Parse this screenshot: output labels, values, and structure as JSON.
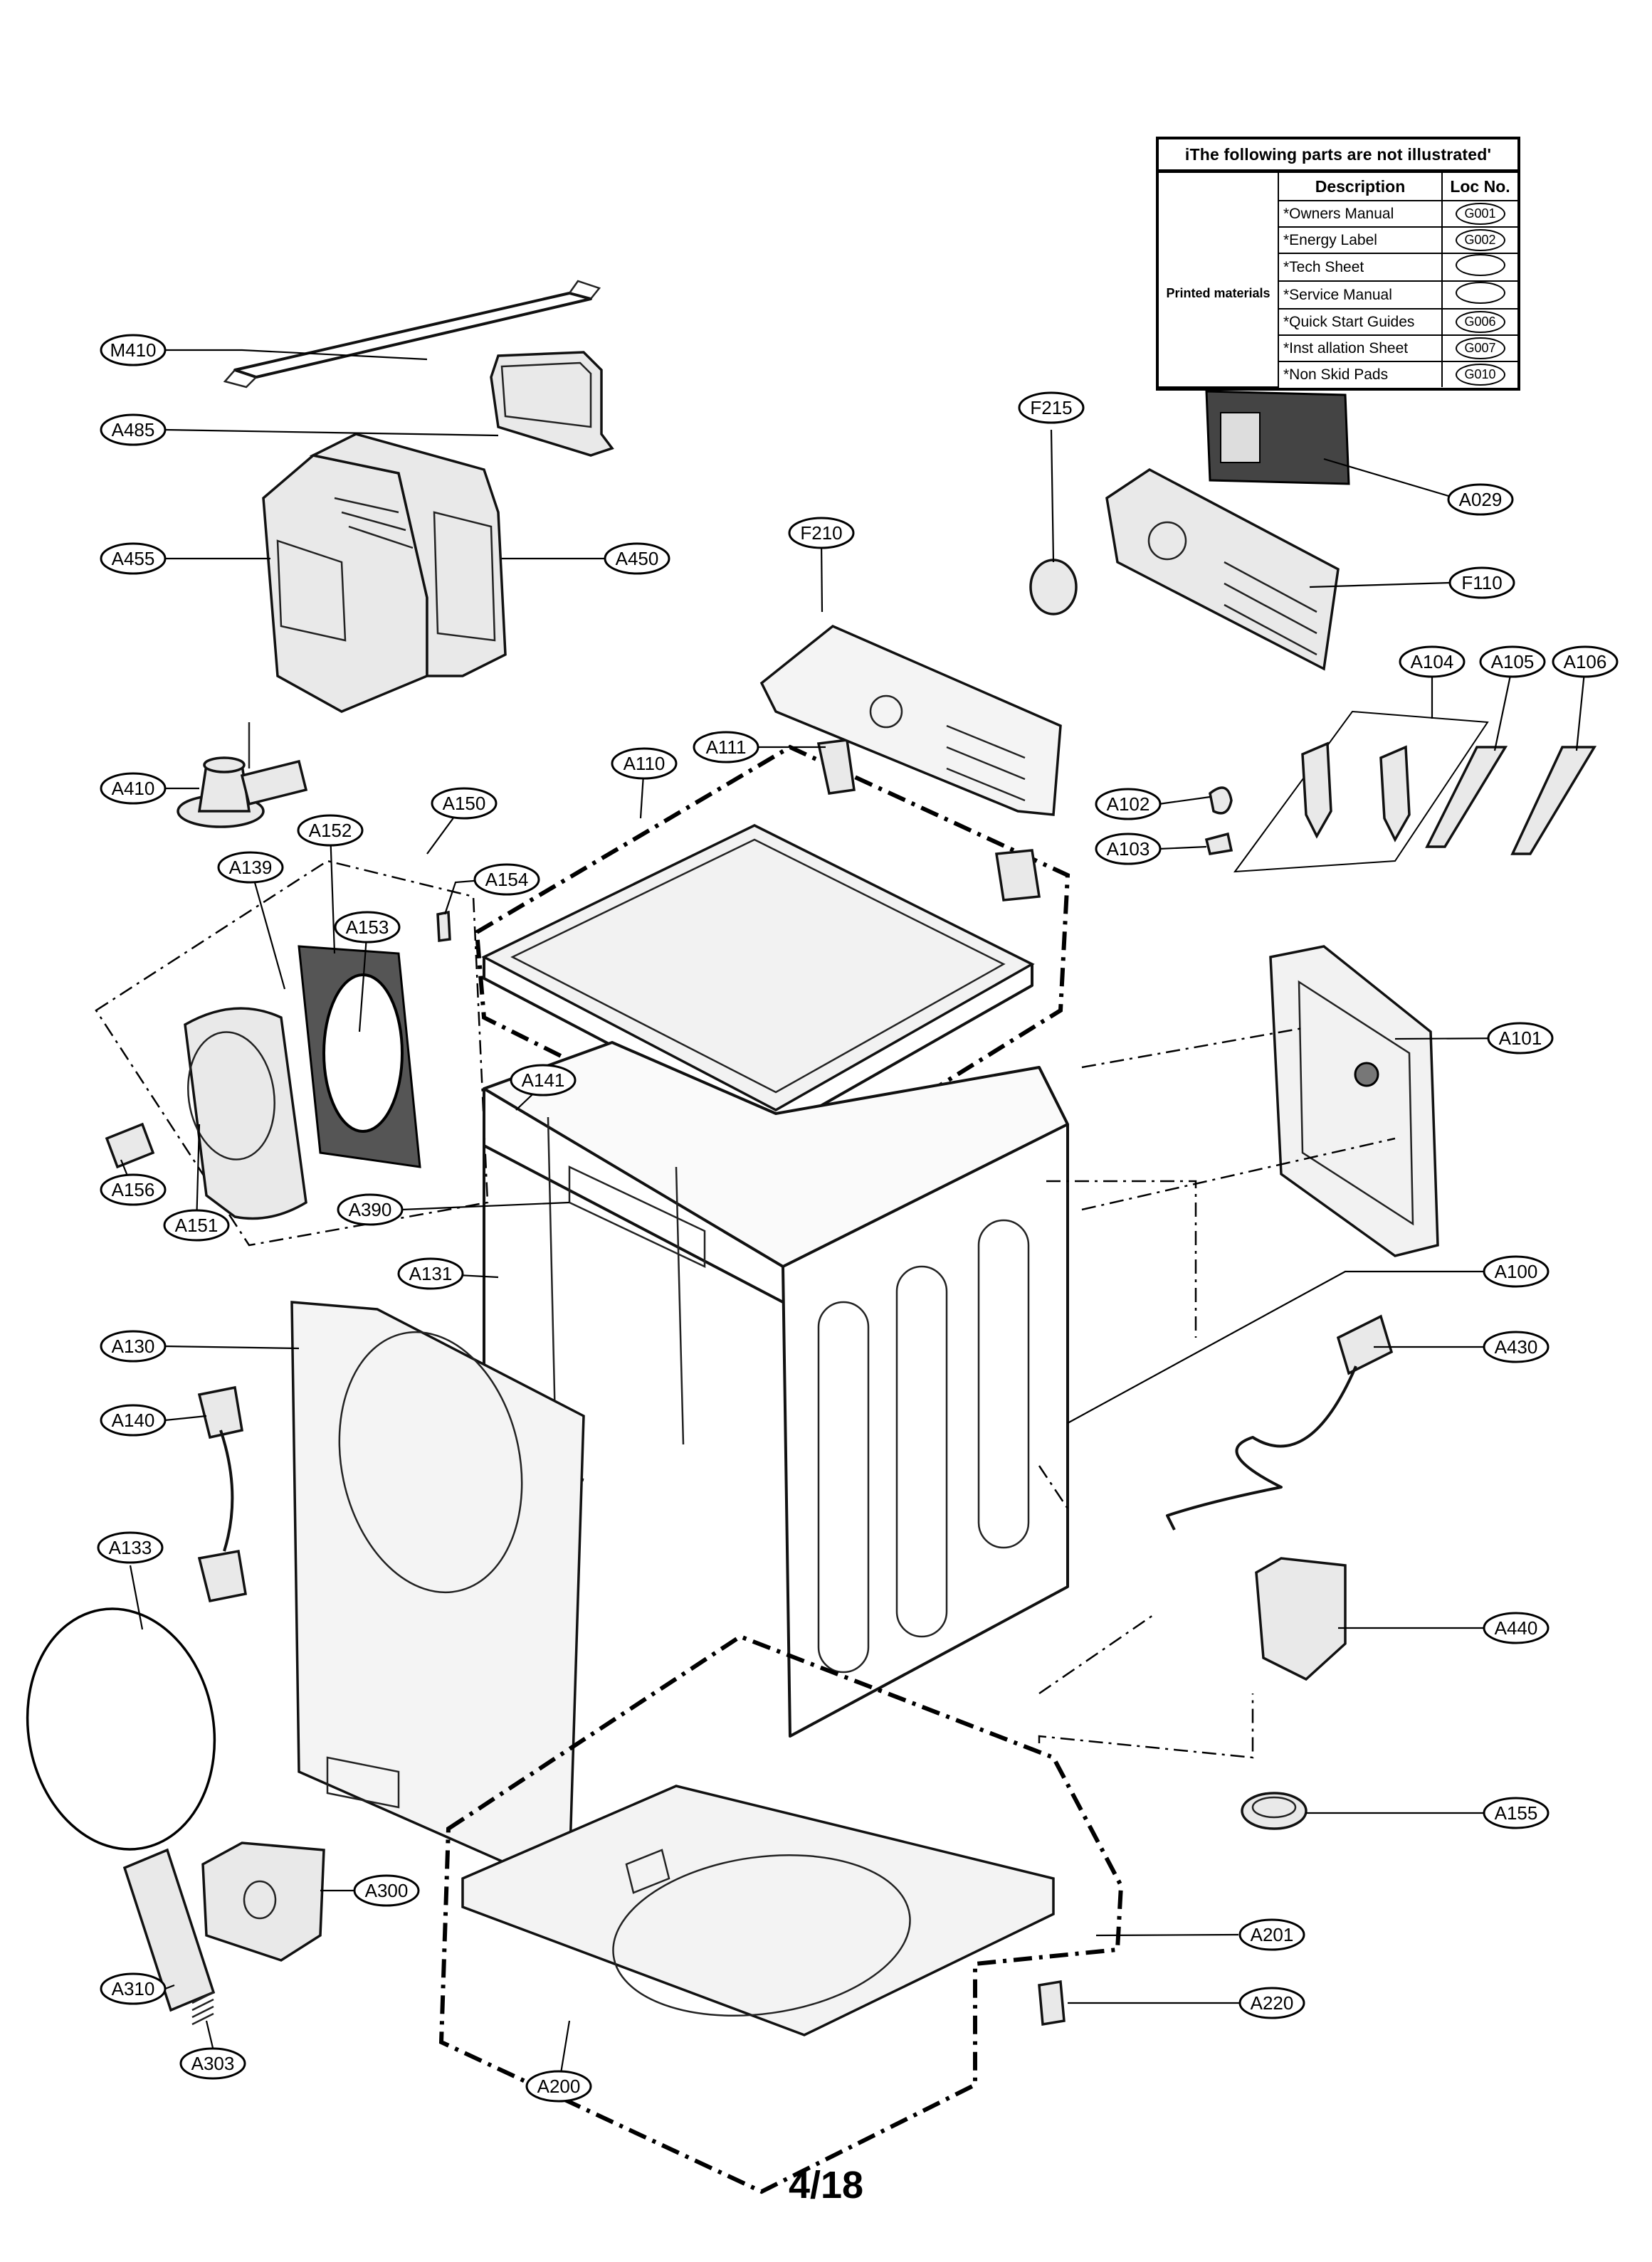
{
  "not_illustrated": {
    "caption": "iThe following parts are not illustrated'",
    "headers": {
      "description": "Description",
      "loc": "Loc No."
    },
    "group": "Printed materials",
    "rows": [
      {
        "description": "*Owners  Manual",
        "loc": "G001"
      },
      {
        "description": "*Energy Label",
        "loc": "G002"
      },
      {
        "description": "*Tech Sheet",
        "loc": ""
      },
      {
        "description": "*Service Manual",
        "loc": ""
      },
      {
        "description": "*Quick Start Guides",
        "loc": "G006"
      },
      {
        "description": "*Inst allation Sheet",
        "loc": "G007"
      },
      {
        "description": "*Non Skid Pads",
        "loc": "G010"
      }
    ]
  },
  "callouts": {
    "M410": "M410",
    "A485": "A485",
    "A455": "A455",
    "A450": "A450",
    "A410": "A410",
    "A150": "A150",
    "A152": "A152",
    "A139": "A139",
    "A154": "A154",
    "A153": "A153",
    "A156": "A156",
    "A151": "A151",
    "A110": "A110",
    "A111": "A111",
    "F210": "F210",
    "F215": "F215",
    "A029": "A029",
    "F110": "F110",
    "A104": "A104",
    "A105": "A105",
    "A106": "A106",
    "A102": "A102",
    "A103": "A103",
    "A141": "A141",
    "A390": "A390",
    "A131": "A131",
    "A130": "A130",
    "A101": "A101",
    "A100": "A100",
    "A430": "A430",
    "A140": "A140",
    "A133": "A133",
    "A440": "A440",
    "A155": "A155",
    "A300": "A300",
    "A310": "A310",
    "A303": "A303",
    "A201": "A201",
    "A220": "A220",
    "A200": "A200"
  },
  "page_number": "4/18"
}
